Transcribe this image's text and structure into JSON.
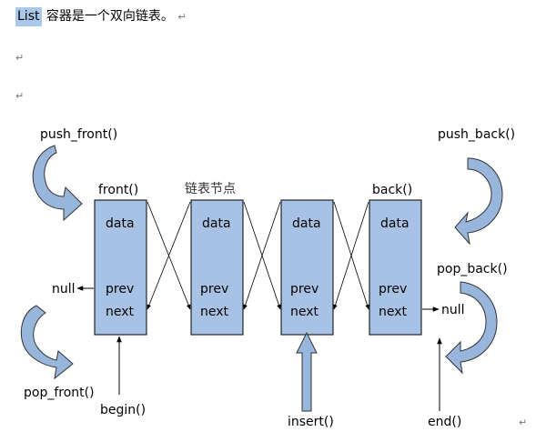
{
  "document": {
    "title_highlight": "List",
    "title_rest": " 容器是一个双向链表。",
    "paragraph_mark": "↵"
  },
  "diagram": {
    "node_header_label": "链表节点",
    "node_fields": [
      "data",
      "prev",
      "next"
    ],
    "front_label": "front()",
    "back_label": "back()",
    "push_front_label": "push_front()",
    "push_back_label": "push_back()",
    "pop_front_label": "pop_front()",
    "pop_back_label": "pop_back()",
    "begin_label": "begin()",
    "insert_label": "insert()",
    "end_label": "end()",
    "null_left": "null",
    "null_right": "null",
    "colors": {
      "node_fill": "#a8c2e6",
      "arrow_fill": "#98b6dc",
      "line": "#000000"
    }
  }
}
